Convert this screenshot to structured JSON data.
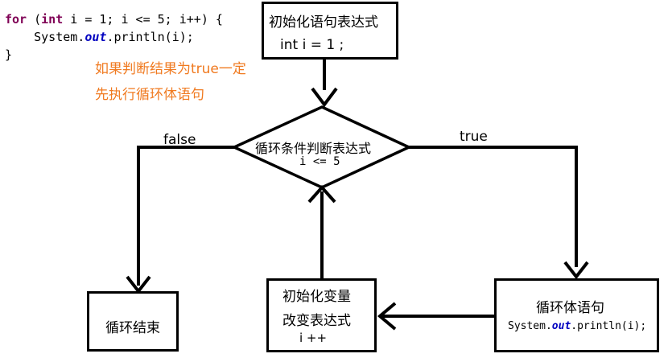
{
  "code": {
    "kw_for": "for",
    "paren_open": " (",
    "kw_int": "int",
    "header_rest": " i = 1; i <= 5; i++) {",
    "body_prefix": "    System.",
    "body_out": "out",
    "body_suffix": ".println(i);",
    "close_brace": "}"
  },
  "note": {
    "text": "如果判断结果为true一定先执行循环体语句",
    "color": "#f07a20"
  },
  "init_box": {
    "title": "初始化语句表达式",
    "code": "int i = 1 ;"
  },
  "condition": {
    "title": "循环条件判断表达式",
    "code": "i <= 5"
  },
  "labels": {
    "false": "false",
    "true": "true"
  },
  "end_box": {
    "title": "循环结束"
  },
  "update_box": {
    "line1": "初始化变量",
    "line2": "改变表达式",
    "line3": "i ++"
  },
  "body_box": {
    "title": "循环体语句",
    "code_prefix": "System.",
    "code_out": "out",
    "code_suffix": ".println(i);"
  }
}
